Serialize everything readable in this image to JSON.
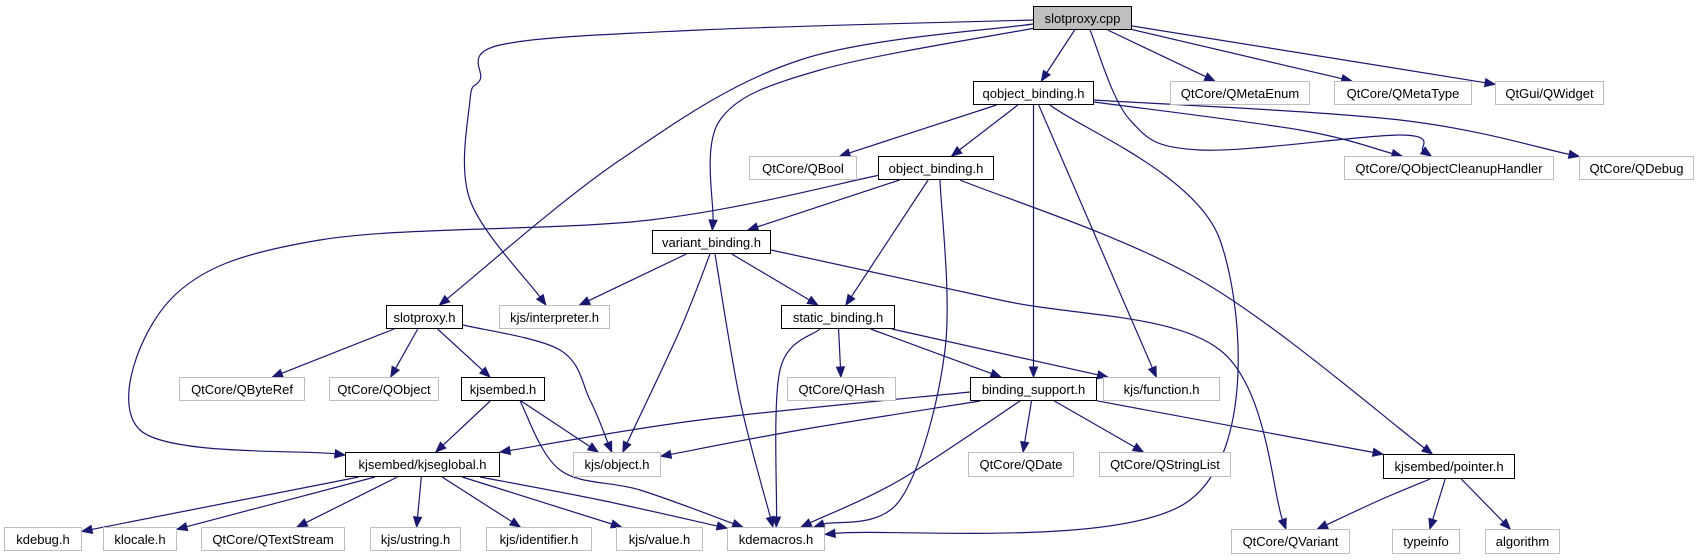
{
  "title": "slotproxy.cpp include dependency graph",
  "colors": {
    "edge": "#191970",
    "root_fill": "#bfbfbf",
    "internal_border": "#000000",
    "external_border": "#bfbfbf"
  },
  "nodes": [
    {
      "id": "slotproxy_cpp",
      "label": "slotproxy.cpp",
      "kind": "root"
    },
    {
      "id": "qobject_binding_h",
      "label": "qobject_binding.h",
      "kind": "internal"
    },
    {
      "id": "qmetaenum",
      "label": "QtCore/QMetaEnum",
      "kind": "external"
    },
    {
      "id": "qmetatype",
      "label": "QtCore/QMetaType",
      "kind": "external"
    },
    {
      "id": "qwidget",
      "label": "QtGui/QWidget",
      "kind": "external"
    },
    {
      "id": "qbool",
      "label": "QtCore/QBool",
      "kind": "external"
    },
    {
      "id": "object_binding_h",
      "label": "object_binding.h",
      "kind": "internal"
    },
    {
      "id": "qobjectcleanuphandler",
      "label": "QtCore/QObjectCleanupHandler",
      "kind": "external"
    },
    {
      "id": "qdebug",
      "label": "QtCore/QDebug",
      "kind": "external"
    },
    {
      "id": "variant_binding_h",
      "label": "variant_binding.h",
      "kind": "internal"
    },
    {
      "id": "slotproxy_h",
      "label": "slotproxy.h",
      "kind": "internal"
    },
    {
      "id": "kjs_interpreter_h",
      "label": "kjs/interpreter.h",
      "kind": "external"
    },
    {
      "id": "static_binding_h",
      "label": "static_binding.h",
      "kind": "internal"
    },
    {
      "id": "qbyteref",
      "label": "QtCore/QByteRef",
      "kind": "external"
    },
    {
      "id": "qobject",
      "label": "QtCore/QObject",
      "kind": "external"
    },
    {
      "id": "kjsembed_h",
      "label": "kjsembed.h",
      "kind": "internal"
    },
    {
      "id": "kjs_function_h",
      "label": "kjs/function.h",
      "kind": "external"
    },
    {
      "id": "qhash",
      "label": "QtCore/QHash",
      "kind": "external"
    },
    {
      "id": "binding_support_h",
      "label": "binding_support.h",
      "kind": "internal"
    },
    {
      "id": "kjseglobal_h",
      "label": "kjsembed/kjseglobal.h",
      "kind": "internal"
    },
    {
      "id": "kjs_object_h",
      "label": "kjs/object.h",
      "kind": "external"
    },
    {
      "id": "qdate",
      "label": "QtCore/QDate",
      "kind": "external"
    },
    {
      "id": "qstringlist",
      "label": "QtCore/QStringList",
      "kind": "external"
    },
    {
      "id": "pointer_h",
      "label": "kjsembed/pointer.h",
      "kind": "internal"
    },
    {
      "id": "kdebug_h",
      "label": "kdebug.h",
      "kind": "external"
    },
    {
      "id": "klocale_h",
      "label": "klocale.h",
      "kind": "external"
    },
    {
      "id": "qtextstream",
      "label": "QtCore/QTextStream",
      "kind": "external"
    },
    {
      "id": "kjs_ustring_h",
      "label": "kjs/ustring.h",
      "kind": "external"
    },
    {
      "id": "kjs_identifier_h",
      "label": "kjs/identifier.h",
      "kind": "external"
    },
    {
      "id": "kjs_value_h",
      "label": "kjs/value.h",
      "kind": "external"
    },
    {
      "id": "kdemacros_h",
      "label": "kdemacros.h",
      "kind": "external"
    },
    {
      "id": "qvariant",
      "label": "QtCore/QVariant",
      "kind": "external"
    },
    {
      "id": "typeinfo",
      "label": "typeinfo",
      "kind": "external"
    },
    {
      "id": "algorithm",
      "label": "algorithm",
      "kind": "external"
    }
  ],
  "edges": [
    [
      "slotproxy_cpp",
      "qobject_binding_h"
    ],
    [
      "slotproxy_cpp",
      "qmetaenum"
    ],
    [
      "slotproxy_cpp",
      "qmetatype"
    ],
    [
      "slotproxy_cpp",
      "qwidget"
    ],
    [
      "slotproxy_cpp",
      "qobjectcleanuphandler"
    ],
    [
      "slotproxy_cpp",
      "variant_binding_h"
    ],
    [
      "slotproxy_cpp",
      "slotproxy_h"
    ],
    [
      "slotproxy_cpp",
      "kjs_interpreter_h"
    ],
    [
      "qobject_binding_h",
      "qbool"
    ],
    [
      "qobject_binding_h",
      "object_binding_h"
    ],
    [
      "qobject_binding_h",
      "qobjectcleanuphandler"
    ],
    [
      "qobject_binding_h",
      "qdebug"
    ],
    [
      "qobject_binding_h",
      "binding_support_h"
    ],
    [
      "qobject_binding_h",
      "kjs_function_h"
    ],
    [
      "qobject_binding_h",
      "kdemacros_h"
    ],
    [
      "object_binding_h",
      "variant_binding_h"
    ],
    [
      "object_binding_h",
      "static_binding_h"
    ],
    [
      "object_binding_h",
      "kjseglobal_h"
    ],
    [
      "object_binding_h",
      "kdemacros_h"
    ],
    [
      "object_binding_h",
      "pointer_h"
    ],
    [
      "variant_binding_h",
      "kjs_interpreter_h"
    ],
    [
      "variant_binding_h",
      "static_binding_h"
    ],
    [
      "variant_binding_h",
      "kjs_object_h"
    ],
    [
      "variant_binding_h",
      "kdemacros_h"
    ],
    [
      "variant_binding_h",
      "qvariant"
    ],
    [
      "slotproxy_h",
      "qbyteref"
    ],
    [
      "slotproxy_h",
      "qobject"
    ],
    [
      "slotproxy_h",
      "kjsembed_h"
    ],
    [
      "slotproxy_h",
      "kjs_object_h"
    ],
    [
      "static_binding_h",
      "qhash"
    ],
    [
      "static_binding_h",
      "binding_support_h"
    ],
    [
      "static_binding_h",
      "kjs_function_h"
    ],
    [
      "static_binding_h",
      "kdemacros_h"
    ],
    [
      "kjsembed_h",
      "kjseglobal_h"
    ],
    [
      "kjsembed_h",
      "kjs_object_h"
    ],
    [
      "kjsembed_h",
      "kdemacros_h"
    ],
    [
      "binding_support_h",
      "kjseglobal_h"
    ],
    [
      "binding_support_h",
      "kjs_object_h"
    ],
    [
      "binding_support_h",
      "qdate"
    ],
    [
      "binding_support_h",
      "qstringlist"
    ],
    [
      "binding_support_h",
      "pointer_h"
    ],
    [
      "binding_support_h",
      "kdemacros_h"
    ],
    [
      "kjseglobal_h",
      "kdebug_h"
    ],
    [
      "kjseglobal_h",
      "klocale_h"
    ],
    [
      "kjseglobal_h",
      "qtextstream"
    ],
    [
      "kjseglobal_h",
      "kjs_ustring_h"
    ],
    [
      "kjseglobal_h",
      "kjs_identifier_h"
    ],
    [
      "kjseglobal_h",
      "kjs_value_h"
    ],
    [
      "kjseglobal_h",
      "kdemacros_h"
    ],
    [
      "pointer_h",
      "qvariant"
    ],
    [
      "pointer_h",
      "typeinfo"
    ],
    [
      "pointer_h",
      "algorithm"
    ]
  ]
}
